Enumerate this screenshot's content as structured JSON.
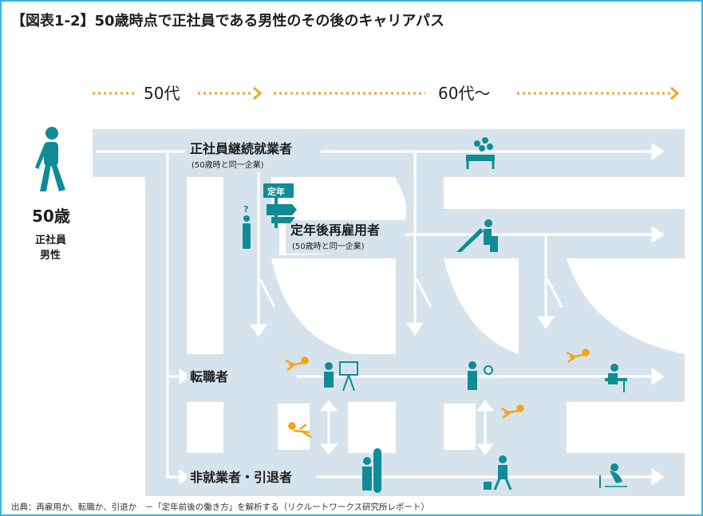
{
  "title": "【図表1-2】50歳時点で正社員である男性のその後のキャリアパス",
  "eras": {
    "fifties": "50代",
    "sixties": "60代〜"
  },
  "person": {
    "age": "50歳",
    "status_line1": "正社員",
    "status_line2": "男性"
  },
  "sign": "定年",
  "question_mark": "?",
  "lanes": {
    "continued": {
      "label": "正社員継続就業者",
      "sub": "(50歳時と同一企業)"
    },
    "rehired": {
      "label": "定年後再雇用者",
      "sub": "(50歳時と同一企業)"
    },
    "job_change": {
      "label": "転職者"
    },
    "retired": {
      "label": "非就業者・引退者"
    }
  },
  "source": "出典：再雇用か、転職か、引退か　－「定年前後の働き方」を解析する（リクルートワークス研究所レポート）",
  "colors": {
    "road": "#d7e3ec",
    "road_edge": "#ffffff",
    "figure": "#0f8c96",
    "arrow": "#ffffff",
    "dots": "#f4a31d",
    "accent_person": "#f4a31d",
    "frame": "#35b6e4"
  }
}
